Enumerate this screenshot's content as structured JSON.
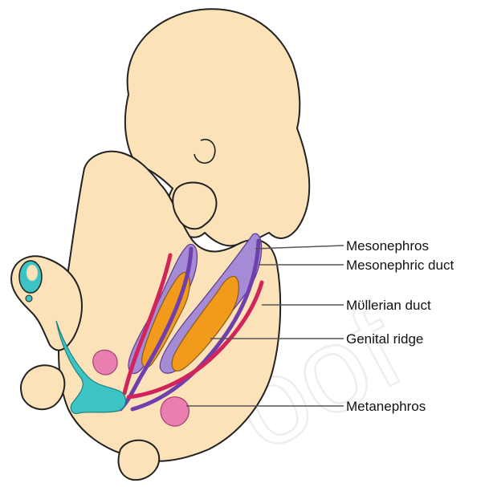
{
  "labels": {
    "mesonephros": "Mesonephros",
    "mesonephric_duct": "Mesonephric duct",
    "mullerian_duct": "Mϋllerian duct",
    "genital_ridge": "Genital ridge",
    "metanephros": "Metanephros"
  },
  "watermark": "oof",
  "colors": {
    "skin": "#fce2b8",
    "outline": "#222222",
    "mesonephros": "#a58bd6",
    "mesonephric_duct": "#6f3fae",
    "mullerian_duct": "#d0245a",
    "genital_ridge": "#f29a1c",
    "metanephros": "#e87fb0",
    "cloaca": "#3cc4c4"
  }
}
